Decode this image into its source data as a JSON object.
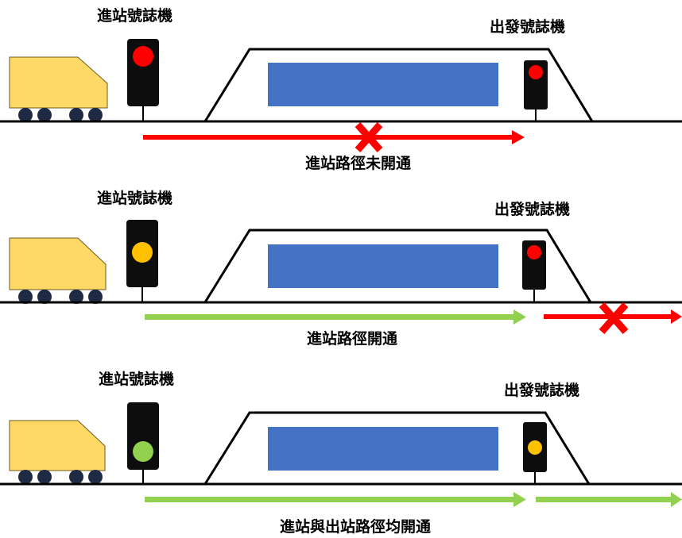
{
  "colors": {
    "train_body": "#FFD966",
    "wheel": "#1F2A44",
    "signal_housing": "#0D0D0D",
    "red": "#FF0000",
    "yellow": "#FFC000",
    "green": "#92D050",
    "platform_panel": "#4472C4",
    "track": "#000000",
    "route_closed": "#FF0000",
    "route_open": "#92D050"
  },
  "scenarios": [
    {
      "entry_signal_label": "進站號誌機",
      "entry_signal_aspect": "red",
      "exit_signal_label": "出發號誌機",
      "exit_signal_aspect": "red",
      "entry_route": "closed",
      "exit_route": "none",
      "caption": "進站路徑未開通"
    },
    {
      "entry_signal_label": "進站號誌機",
      "entry_signal_aspect": "yellow",
      "exit_signal_label": "出發號誌機",
      "exit_signal_aspect": "red",
      "entry_route": "open",
      "exit_route": "closed",
      "caption": "進站路徑開通"
    },
    {
      "entry_signal_label": "進站號誌機",
      "entry_signal_aspect": "green",
      "exit_signal_label": "出發號誌機",
      "exit_signal_aspect": "yellow",
      "entry_route": "open",
      "exit_route": "open",
      "caption": "進站與出站路徑均開通"
    }
  ]
}
